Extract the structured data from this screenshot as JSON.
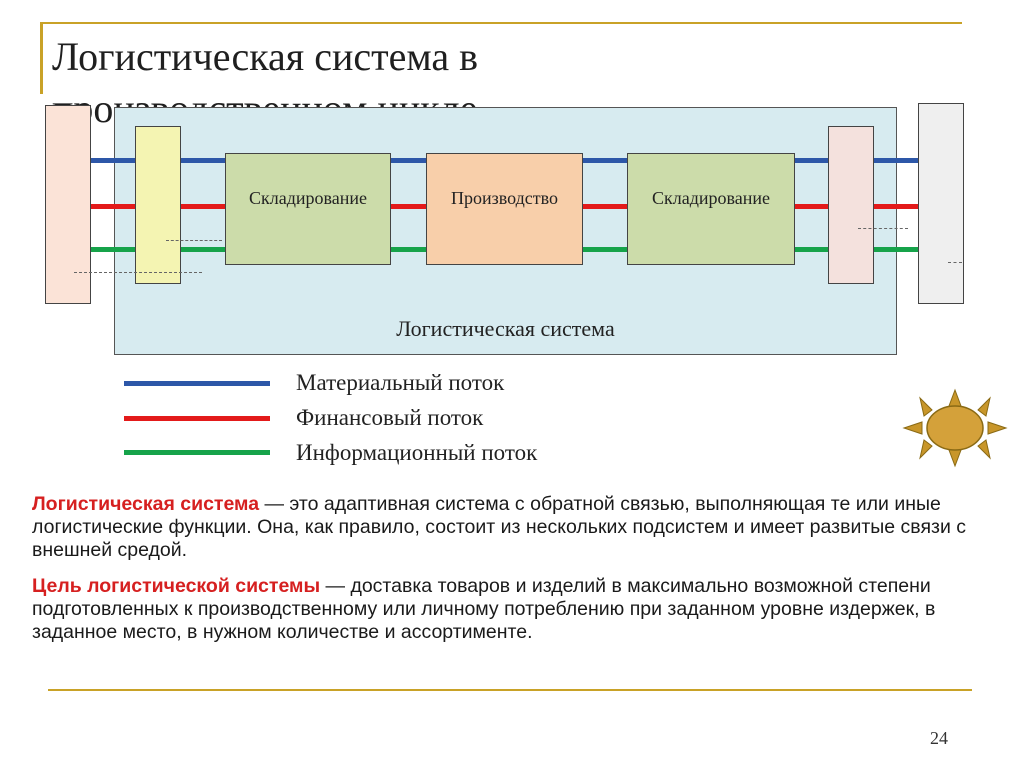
{
  "slide": {
    "title_line1": "Логистическая система в",
    "title_line2": "производственном цикле",
    "page_number": "24"
  },
  "diagram": {
    "system_label": "Логистическая система",
    "blocks": [
      "Складирование",
      "Производство",
      "Складирование"
    ]
  },
  "legend": [
    {
      "label": "Материальный поток",
      "color": "#2d57a8"
    },
    {
      "label": "Финансовый поток",
      "color": "#e31a1a"
    },
    {
      "label": "Информационный поток",
      "color": "#16a34a"
    }
  ],
  "definitions": [
    {
      "term": "Логистическая система",
      "text": " — это адаптивная система с обратной связью, выполняющая те или иные логистические функции. Она, как правило, состоит из нескольких подсистем и имеет развитые связи с внешней средой."
    },
    {
      "term": "Цель логистической системы",
      "text": " — доставка товаров и изделий в максимально возможной степени подготовленных к производственному или личному потреблению при заданном уровне издержек, в заданное место, в нужном количестве и ассортименте."
    }
  ],
  "colors": {
    "accent_gold": "#c9a227",
    "term_red": "#d62020",
    "system_bg": "#d7ebf0",
    "storage_bg": "#ccdcaa",
    "production_bg": "#f8cfaa",
    "sun": "#c8962a"
  },
  "icons": [
    "sun-icon"
  ]
}
